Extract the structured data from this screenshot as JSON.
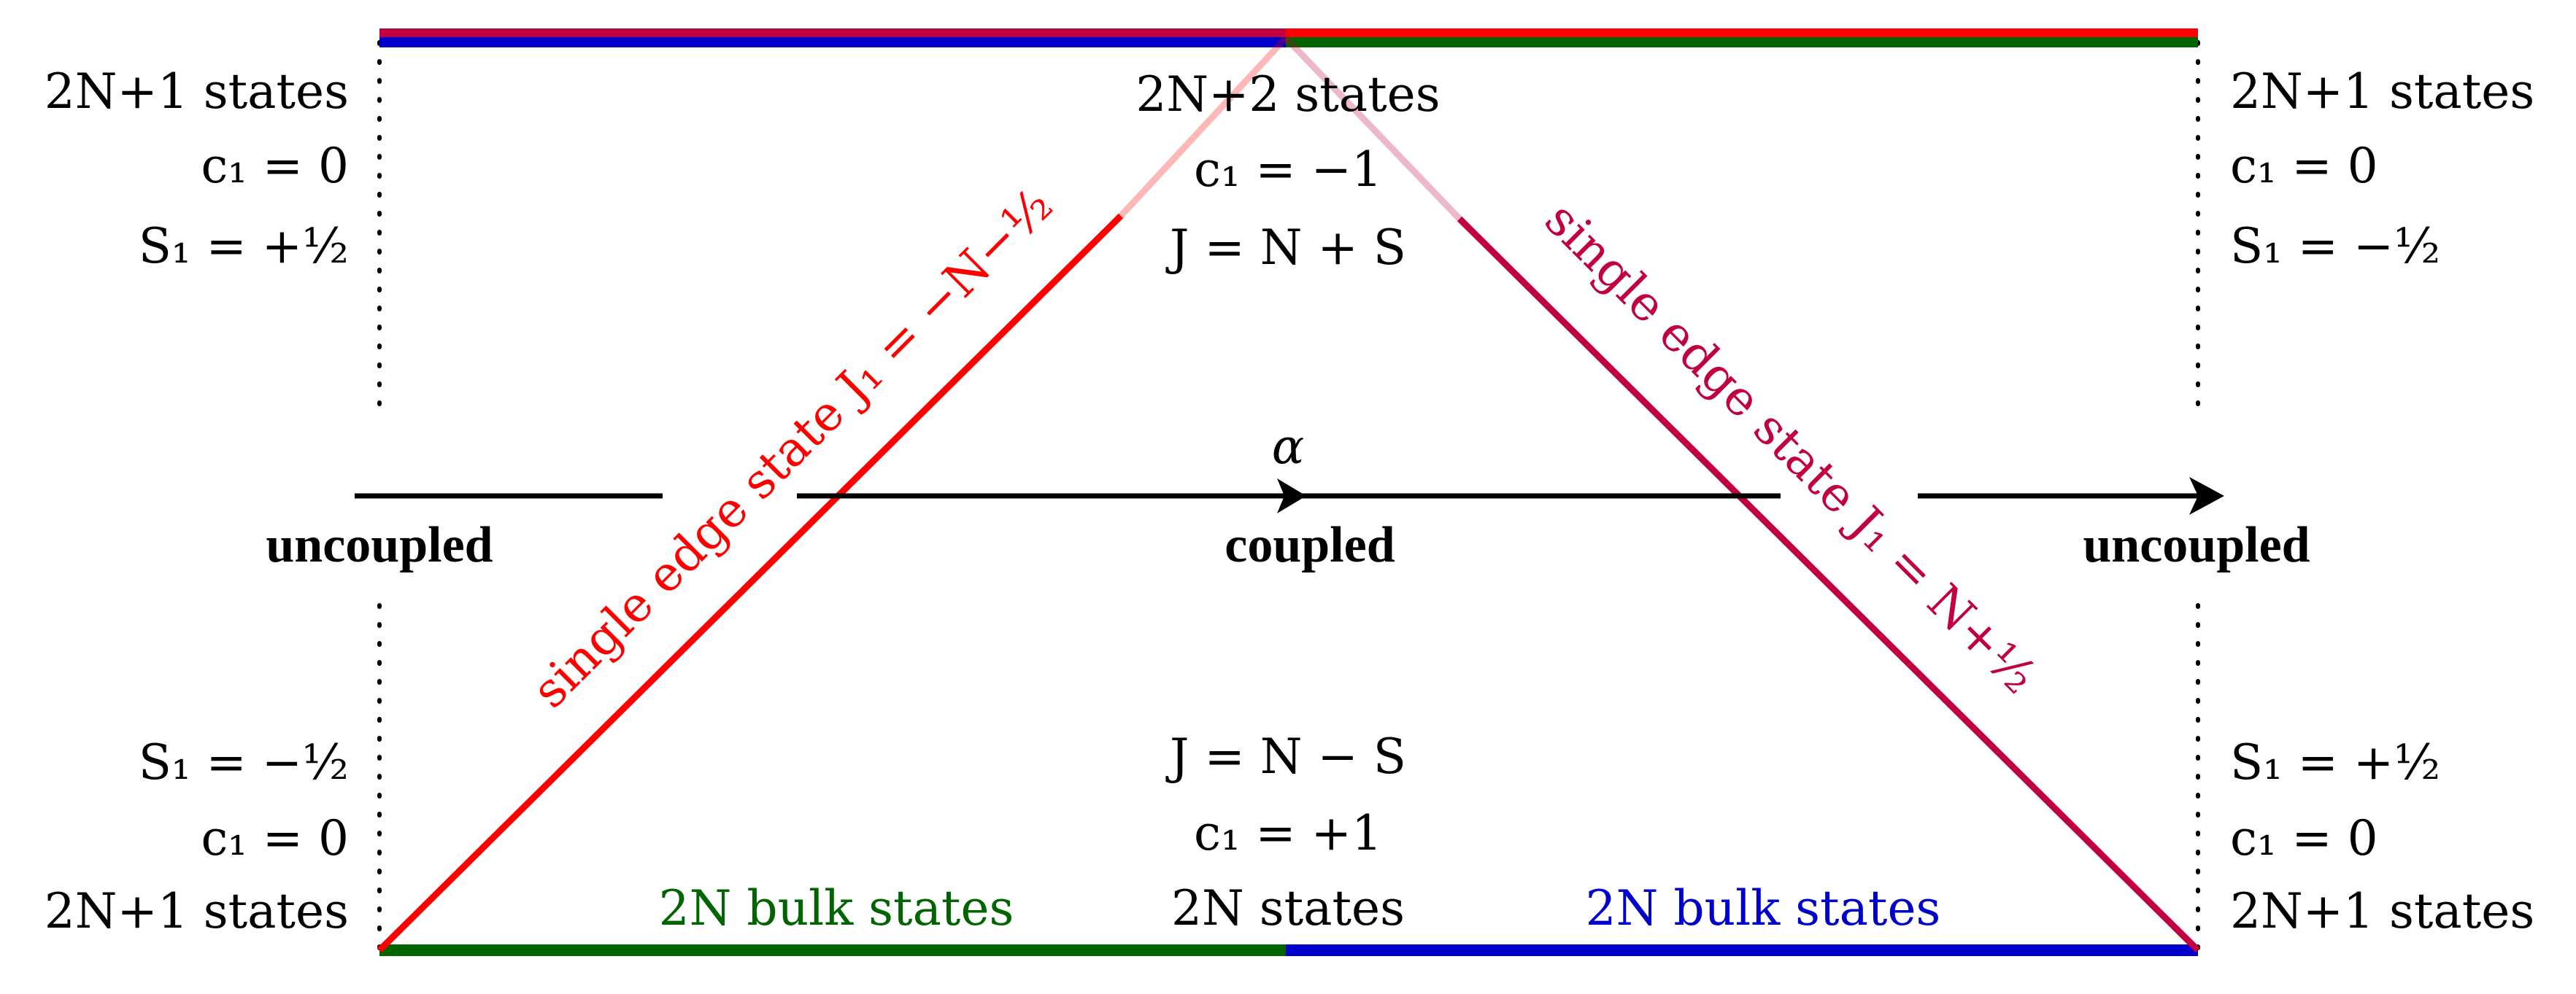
{
  "colors": {
    "red": "#ff0000",
    "blue": "#0000cc",
    "green": "#006400",
    "crimson": "#c0003f",
    "black": "#000000"
  },
  "axis": {
    "symbol": "α",
    "left_label": "uncoupled",
    "center_label": "coupled",
    "right_label": "uncoupled"
  },
  "top_left": {
    "states": "2N+1 states",
    "c1": "c₁ = 0",
    "S1": "S₁ = +½"
  },
  "top_center": {
    "states": "2N+2 states",
    "c1": "c₁ = −1",
    "J": "J = N + S"
  },
  "top_right": {
    "states": "2N+1 states",
    "c1": "c₁ = 0",
    "S1": "S₁ = −½"
  },
  "bottom_left": {
    "S1": "S₁ = −½",
    "c1": "c₁ = 0",
    "states": "2N+1 states"
  },
  "bottom_center": {
    "J": "J = N − S",
    "c1": "c₁ = +1",
    "states": "2N states"
  },
  "bottom_right": {
    "S1": "S₁ = +½",
    "c1": "c₁ = 0",
    "states": "2N+1 states"
  },
  "bulk": {
    "left": "2N bulk states",
    "right": "2N bulk states"
  },
  "edges": {
    "left": "single edge state J₁ = −N−½",
    "right": "single edge state J₁ = N+½"
  }
}
